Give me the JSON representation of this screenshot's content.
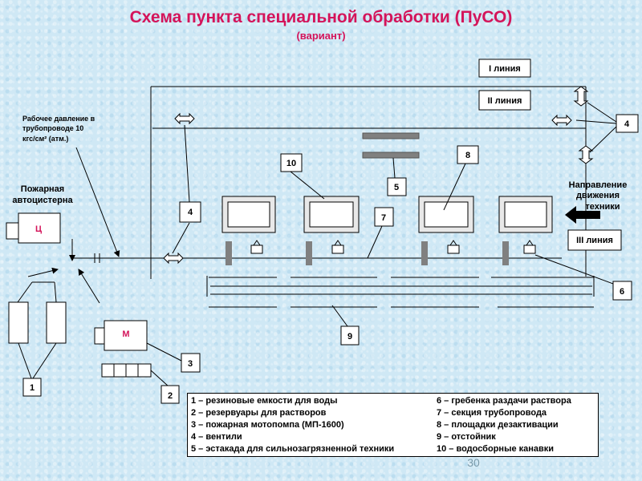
{
  "title": "Схема  пункта  специальной  обработки (ПуСО)",
  "subtitle": "(вариант)",
  "labels": {
    "line1": "I линия",
    "line2": "II линия",
    "line3": "III линия",
    "pressure": [
      "Рабочее давление в",
      "трубопроводе 10",
      "кгс/см² (атм.)"
    ],
    "tanker": [
      "Пожарная",
      "автоцистерна"
    ],
    "tanker_letter": "Ц",
    "pump_letter": "М",
    "direction": [
      "Направление",
      "движения",
      "техники"
    ]
  },
  "numbers": {
    "n1": "1",
    "n2": "2",
    "n3": "3",
    "n4a": "4",
    "n4b": "4",
    "n5": "5",
    "n6": "6",
    "n7": "7",
    "n8": "8",
    "n9": "9",
    "n10": "10"
  },
  "legend": [
    [
      "1 – резиновые емкости для воды",
      "6 – гребенка раздачи раствора"
    ],
    [
      "2 – резервуары для растворов",
      "7 – секция трубопровода"
    ],
    [
      "3 – пожарная мотопомпа (МП-1600)",
      "8 – площадки дезактивации"
    ],
    [
      "4 – вентили",
      "9 – отстойник"
    ],
    [
      "5 – эстакада для сильнозагрязненной техники",
      "10 – водосборные канавки"
    ]
  ],
  "page_number": "30",
  "colors": {
    "title": "#d4145a",
    "background": "#cfe8f5",
    "arrow": "#000000"
  }
}
